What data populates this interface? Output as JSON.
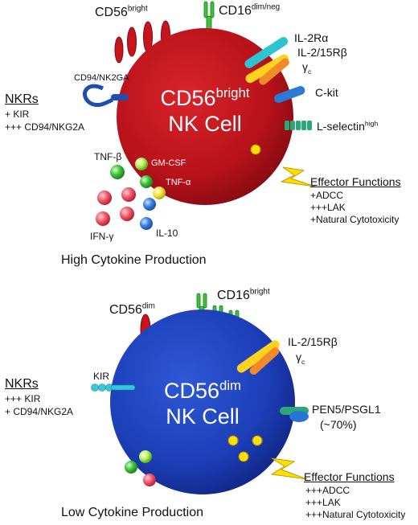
{
  "top_cell": {
    "name_line1": "CD56",
    "name_sup": "bright",
    "name_line2": "NK Cell",
    "receptors": {
      "cd56": "CD56",
      "cd56_sup": "bright",
      "cd16": "CD16",
      "cd16_sup": "dim/neg",
      "il2ra": "IL-2Rα",
      "il215rb": "IL-2/15Rβ",
      "gamma": "γ",
      "gamma_sub": "c",
      "ckit": "C-kit",
      "lselectin": "L-selectin",
      "lselectin_sup": "high",
      "cd94": "CD94/NK2GA"
    },
    "nkrs": {
      "title": "NKRs",
      "line1": "+ KIR",
      "line2": "+++ CD94/NKG2A"
    },
    "cytokines": {
      "tnfb": "TNF-β",
      "gmcsf": "GM-CSF",
      "tnfa": "TNF-α",
      "ifng": "IFN-γ",
      "il10": "IL-10"
    },
    "effector": {
      "title": "Effector Functions",
      "line1": "+ADCC",
      "line2": "+++LAK",
      "line3": "+Natural Cytotoxicity"
    },
    "caption": "High Cytokine Production"
  },
  "bottom_cell": {
    "name_line1": "CD56",
    "name_sup": "dim",
    "name_line2": "NK Cell",
    "receptors": {
      "cd56": "CD56",
      "cd56_sup": "dim",
      "cd16": "CD16",
      "cd16_sup": "bright",
      "il215rb": "IL-2/15Rβ",
      "gamma": "γ",
      "gamma_sub": "c",
      "kir": "KIR",
      "pen5": "PEN5/PSGL1",
      "pen5_pct": "(~70%)"
    },
    "nkrs": {
      "title": "NKRs",
      "line1": "+++ KIR",
      "line2": "+ CD94/NKG2A"
    },
    "effector": {
      "title": "Effector Functions",
      "line1": "+++ADCC",
      "line2": "+++LAK",
      "line3": "+++Natural Cytotoxicity"
    },
    "caption": "Low Cytokine Production"
  },
  "colors": {
    "top_cell": "#c0141a",
    "bottom_cell": "#1c3fb8",
    "cd56": "#c8141c",
    "cd16": "#3cc23c",
    "il2ra": "#2ec4cf",
    "il215rb": "#ffd21e",
    "gamma_c": "#f08a2a",
    "ckit": "#2a7bd6",
    "lselectin": "#2aa87a",
    "cd94": "#1e4fb0",
    "kir": "#36c7d8",
    "pen5": "#2a73d6",
    "lightning": "#ffe000",
    "granule": "#ffe000"
  }
}
